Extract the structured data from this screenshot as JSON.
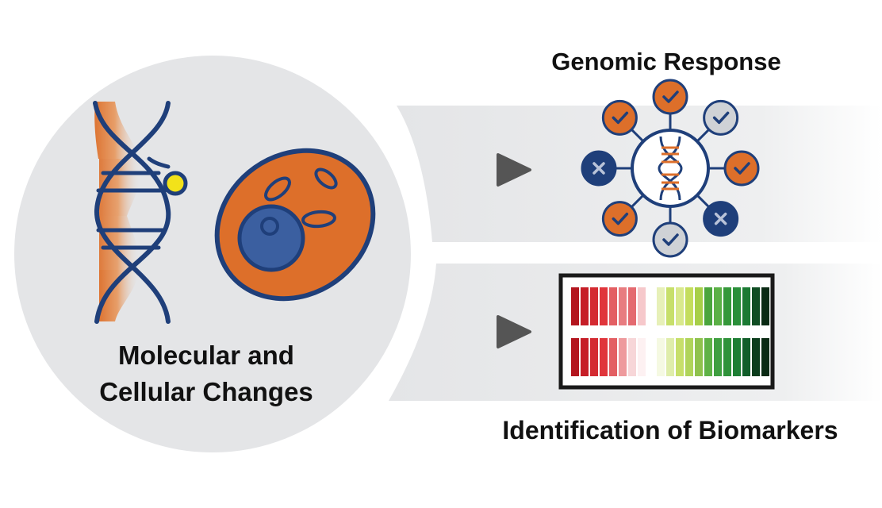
{
  "labels": {
    "genomic_response": "Genomic Response",
    "identification_of_biomarkers": "Identification of Biomarkers",
    "molecular_line1": "Molecular and",
    "molecular_line2": "Cellular Changes"
  },
  "genomic_nodes": [
    {
      "state": "check",
      "fill": "orange"
    },
    {
      "state": "check",
      "fill": "gray"
    },
    {
      "state": "check",
      "fill": "orange"
    },
    {
      "state": "cross",
      "fill": "navy"
    },
    {
      "state": "check",
      "fill": "gray"
    },
    {
      "state": "check",
      "fill": "orange"
    },
    {
      "state": "cross",
      "fill": "navy"
    },
    {
      "state": "check",
      "fill": "orange"
    }
  ],
  "heatmap_rows": [
    [
      "#b3151e",
      "#c61e27",
      "#d42a31",
      "#e0353b",
      "#e35f63",
      "#e87c80",
      "#e46a70",
      "#f6c8cb",
      "#ffffff",
      "#e7f0b8",
      "#c7df6a",
      "#d9e98c",
      "#c4dd5d",
      "#a7cf48",
      "#4aa53d",
      "#5bb046",
      "#35983a",
      "#2a8f3a",
      "#1b7a33",
      "#0f4d23",
      "#0a2a14"
    ],
    [
      "#b3151e",
      "#c61e27",
      "#d42a31",
      "#e0353b",
      "#e35f63",
      "#ee9a9d",
      "#f7d6d8",
      "#fdf1f2",
      "#ffffff",
      "#f5f9e2",
      "#dfedaa",
      "#c7df6a",
      "#b0d45a",
      "#8fc24d",
      "#5fb246",
      "#3f9f40",
      "#2f923a",
      "#1d7e34",
      "#115e2a",
      "#0b3d1c",
      "#0a2a14"
    ]
  ],
  "colors": {
    "orange": "#dd6f2a",
    "navy": "#1f3f7a",
    "gray_bg": "#e4e5e7",
    "node_gray": "#cfd2d6",
    "arrow": "#555555",
    "nucleus": "#3b5fa0",
    "yellow_dot": "#f2e21a"
  },
  "icons": [
    "dna-helix-icon",
    "cell-icon",
    "play-arrow-icon",
    "check-icon",
    "cross-icon",
    "heatmap-icon"
  ]
}
